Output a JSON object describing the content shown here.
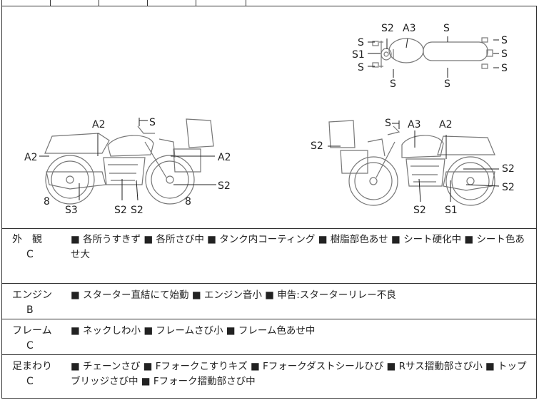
{
  "diagram": {
    "top_view": {
      "labels": [
        "S2",
        "A3",
        "S",
        "S",
        "S1",
        "S",
        "S",
        "S",
        "S",
        "S",
        "S"
      ]
    },
    "left_view": {
      "labels": [
        "A2",
        "S",
        "A2",
        "A2",
        "S2",
        "8",
        "8",
        "S3",
        "S2",
        "S2"
      ]
    },
    "right_view": {
      "labels": [
        "S",
        "A3",
        "A2",
        "S2",
        "S2",
        "S2",
        "S2",
        "S1"
      ]
    }
  },
  "rows": [
    {
      "category": "外　観",
      "grade": "C",
      "description": "■ 各所うすきず ■ 各所さび中 ■ タンク内コーティング ■ 樹脂部色あせ ■ シート硬化中 ■ シート色あせ大"
    },
    {
      "category": "エンジン",
      "grade": "B",
      "description": "■ スターター直結にて始動 ■ エンジン音小 ■ 申告:スターターリレー不良"
    },
    {
      "category": "フレーム",
      "grade": "C",
      "description": "■ ネックしわ小 ■ フレームさび小 ■ フレーム色あせ中"
    },
    {
      "category": "足まわり",
      "grade": "C",
      "description": "■ チェーンさび ■ Fフォークこすりキズ ■ Fフォークダストシールひび ■ Rサス摺動部さび小 ■ トップブリッジさび中 ■ Fフォーク摺動部さび中"
    }
  ]
}
